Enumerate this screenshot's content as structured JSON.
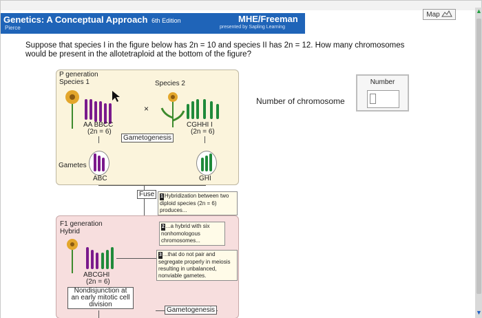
{
  "header": {
    "book_title": "Genetics: A Conceptual Approach",
    "edition": "6th Edition",
    "author": "Pierce",
    "brand": "MHE/Freeman",
    "brand_tagline": "presented by Sapling Learning"
  },
  "map_button": {
    "label": "Map",
    "icon": "map-icon"
  },
  "question": "Suppose that species I in the figure below has 2n = 10 and species II has 2n = 12. How many chromosomes would be present in the allotetraploid at the bottom of the figure?",
  "figure": {
    "p_generation": "P generation",
    "species1": "Species 1",
    "species2": "Species 2",
    "cross": "×",
    "species1_genotype": "AA BBCC",
    "species1_ploidy": "(2n = 6)",
    "species2_genotype": "CGHHI I",
    "species2_ploidy": "(2n = 6)",
    "gametogenesis": "Gametogenesis",
    "gametes": "Gametes",
    "gamete1": "ABC",
    "gamete2": "GHI",
    "fuse": "Fuse",
    "note1_num": "1",
    "note1": "Hybridization between two diploid species (2n = 6) produces...",
    "note2_num": "2",
    "note2": "...a hybrid with six nonhomologous chromosomes...",
    "note3_num": "3",
    "note3": "...that do not pair and segregate properly in meiosis resulting in unbalanced, nonviable gametes.",
    "f1_generation": "F1 generation",
    "hybrid": "Hybrid",
    "hybrid_genotype": "ABCGHI",
    "hybrid_ploidy": "(2n = 6)",
    "nondisjunction": "Nondisjunction at an early mitotic cell division",
    "gametogenesis2": "Gametogenesis",
    "colors": {
      "species1": "#7a1a8c",
      "species2": "#1f8a3a",
      "parent_box": "#fbf4dc",
      "hybrid_box": "#f7dede"
    }
  },
  "answer": {
    "prompt": "Number of chromosome",
    "column_header": "Number",
    "value": ""
  },
  "colors": {
    "header_bg": "#1f64b8",
    "scroll_up": "#21a040",
    "scroll_down": "#2061c4"
  }
}
